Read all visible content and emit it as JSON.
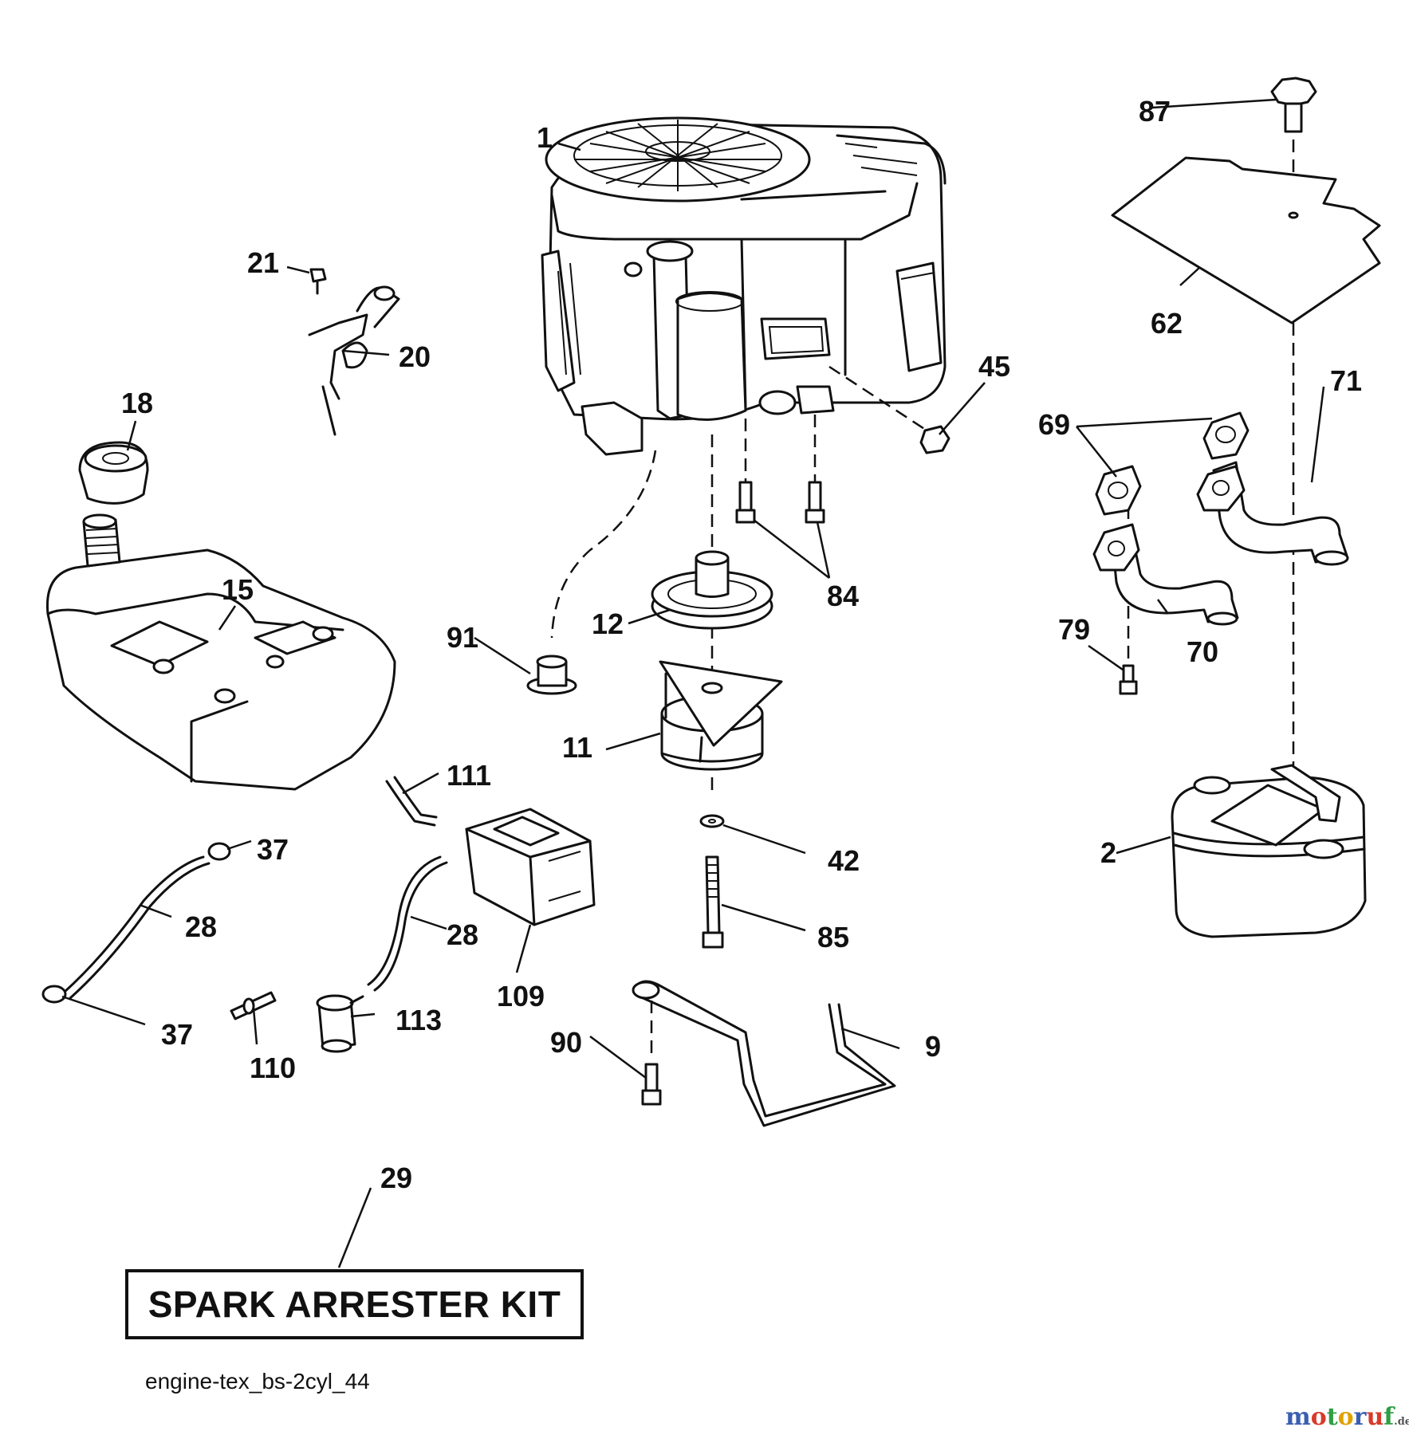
{
  "callouts": [
    {
      "id": "1",
      "label": "1"
    },
    {
      "id": "2",
      "label": "2"
    },
    {
      "id": "9",
      "label": "9"
    },
    {
      "id": "11",
      "label": "11"
    },
    {
      "id": "12",
      "label": "12"
    },
    {
      "id": "15",
      "label": "15"
    },
    {
      "id": "18",
      "label": "18"
    },
    {
      "id": "20",
      "label": "20"
    },
    {
      "id": "21",
      "label": "21"
    },
    {
      "id": "28a",
      "label": "28"
    },
    {
      "id": "28b",
      "label": "28"
    },
    {
      "id": "29",
      "label": "29"
    },
    {
      "id": "37a",
      "label": "37"
    },
    {
      "id": "37b",
      "label": "37"
    },
    {
      "id": "42",
      "label": "42"
    },
    {
      "id": "45",
      "label": "45"
    },
    {
      "id": "62",
      "label": "62"
    },
    {
      "id": "69",
      "label": "69"
    },
    {
      "id": "70",
      "label": "70"
    },
    {
      "id": "71",
      "label": "71"
    },
    {
      "id": "79",
      "label": "79"
    },
    {
      "id": "84",
      "label": "84"
    },
    {
      "id": "85",
      "label": "85"
    },
    {
      "id": "87",
      "label": "87"
    },
    {
      "id": "90",
      "label": "90"
    },
    {
      "id": "91",
      "label": "91"
    },
    {
      "id": "109",
      "label": "109"
    },
    {
      "id": "110",
      "label": "110"
    },
    {
      "id": "111",
      "label": "111"
    },
    {
      "id": "113",
      "label": "113"
    }
  ],
  "kit_box": {
    "label": "SPARK ARRESTER KIT"
  },
  "diagram_id": "engine-tex_bs-2cyl_44",
  "watermark": {
    "text_colored": [
      "m",
      "o",
      "t",
      "o",
      "r",
      "u",
      "f"
    ],
    "colors": [
      "#3a5fb0",
      "#d83a2a",
      "#2f9e44",
      "#e0a100",
      "#3a5fb0",
      "#d83a2a",
      "#2f9e44"
    ],
    "suffix": ".de"
  }
}
